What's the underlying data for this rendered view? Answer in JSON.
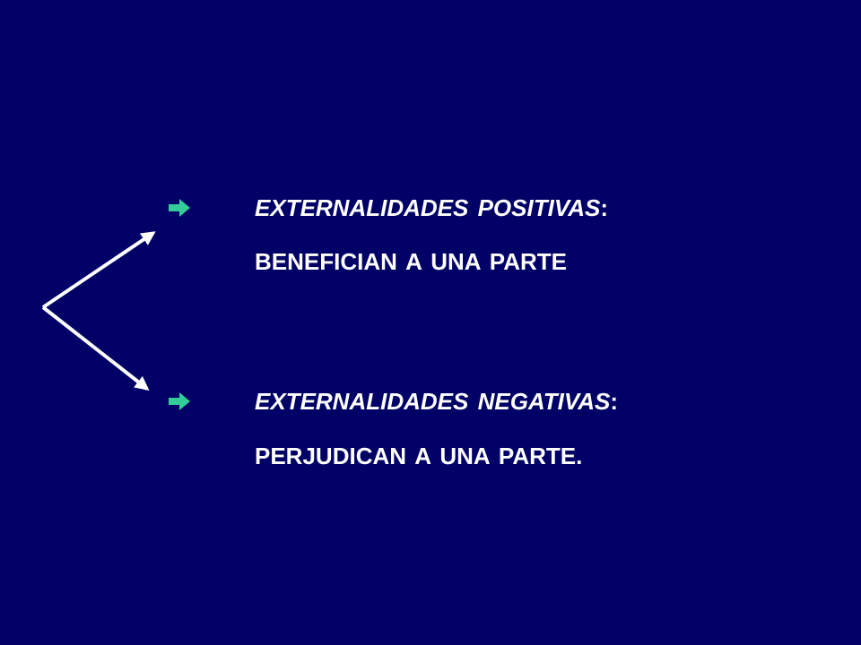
{
  "colors": {
    "background": "#000066",
    "text": "#ffffff",
    "bullet": "#33cc99",
    "arrow": "#ffffff"
  },
  "items": [
    {
      "bullet_icon": "right-arrow-icon",
      "heading": "EXTERNALIDADES POSITIVAS",
      "colon": ":",
      "description": "BENEFICIAN A UNA PARTE"
    },
    {
      "bullet_icon": "right-arrow-icon",
      "heading": "EXTERNALIDADES NEGATIVAS",
      "colon": ":",
      "description": "PERJUDICAN A UNA PARTE."
    }
  ]
}
